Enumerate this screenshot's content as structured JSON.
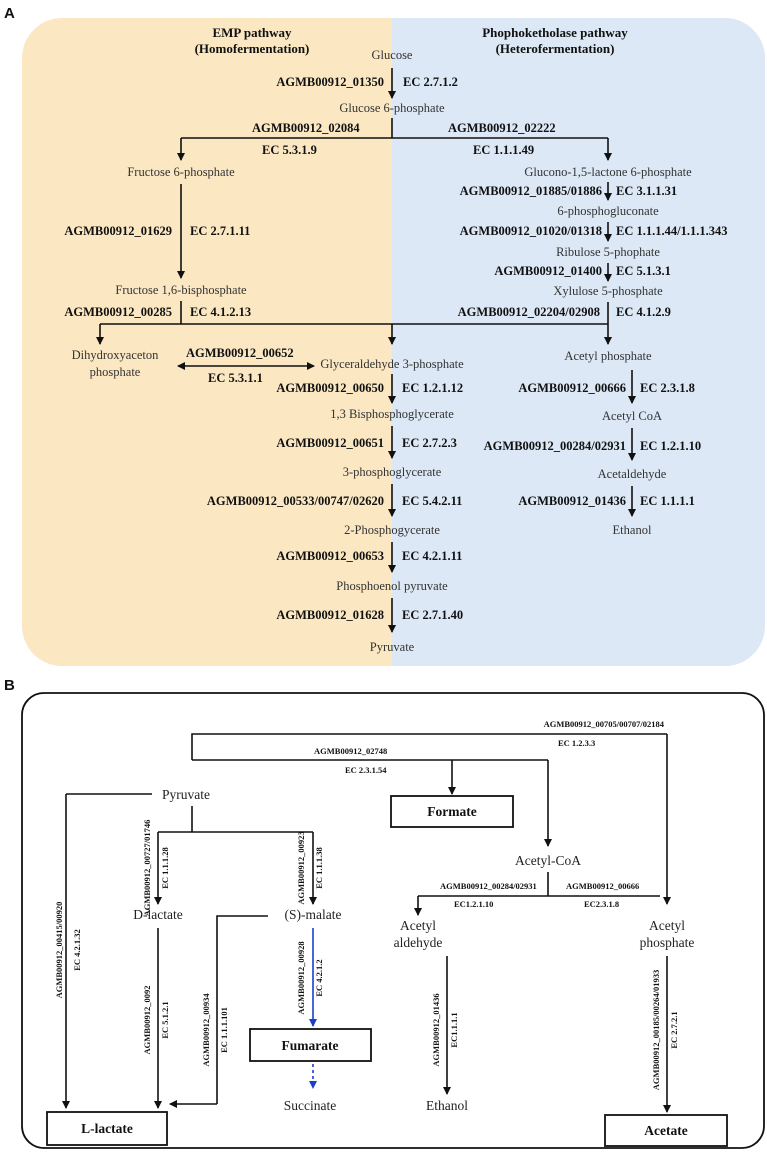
{
  "panel_a": {
    "letter": "A",
    "emp_header_1": "EMP pathway",
    "emp_header_2": "(Homofermentation)",
    "pk_header_1": "Phophoketholase pathway",
    "pk_header_2": "(Heterofermentation)",
    "glucose": "Glucose",
    "g1_gene": "AGMB00912_01350",
    "g1_ec": "EC 2.7.1.2",
    "g6p": "Glucose 6-phosphate",
    "pgi_gene": "AGMB00912_02084",
    "pgi_ec": "EC 5.3.1.9",
    "g6pd_gene": "AGMB00912_02222",
    "g6pd_ec": "EC 1.1.1.49",
    "f6p": "Fructose 6-phosphate",
    "pfk_gene": "AGMB00912_01629",
    "pfk_ec": "EC 2.7.1.11",
    "fbp": "Fructose 1,6-bisphosphate",
    "ald_gene": "AGMB00912_00285",
    "ald_ec": "EC 4.1.2.13",
    "dhap_1": "Dihydroxyaceton",
    "dhap_2": "phosphate",
    "tpi_gene": "AGMB00912_00652",
    "tpi_ec": "EC 5.3.1.1",
    "gap": "Glyceraldehyde 3-phosphate",
    "gapdh_gene": "AGMB00912_00650",
    "gapdh_ec": "EC 1.2.1.12",
    "bpg": "1,3 Bisphosphoglycerate",
    "pgk_gene": "AGMB00912_00651",
    "pgk_ec": "EC 2.7.2.3",
    "pg3": "3-phosphoglycerate",
    "pgm_gene": "AGMB00912_00533/00747/02620",
    "pgm_ec": "EC 5.4.2.11",
    "pg2": "2-Phosphogycerate",
    "eno_gene": "AGMB00912_00653",
    "eno_ec": "EC 4.2.1.11",
    "pep": "Phosphoenol pyruvate",
    "pyk_gene": "AGMB00912_01628",
    "pyk_ec": "EC 2.7.1.40",
    "pyruvate": "Pyruvate",
    "glp": "Glucono-1,5-lactone 6-phosphate",
    "pgl_gene": "AGMB00912_01885/01886",
    "pgl_ec": "EC 3.1.1.31",
    "pgn": "6-phosphogluconate",
    "gnd_gene": "AGMB00912_01020/01318",
    "gnd_ec": "EC 1.1.1.44/1.1.1.343",
    "ru5p": "Ribulose 5-phophate",
    "rpe_gene": "AGMB00912_01400",
    "rpe_ec": "EC 5.1.3.1",
    "xu5p": "Xylulose 5-phosphate",
    "pkt_gene": "AGMB00912_02204/02908",
    "pkt_ec": "EC 4.1.2.9",
    "acp": "Acetyl phosphate",
    "pta_gene": "AGMB00912_00666",
    "pta_ec": "EC 2.3.1.8",
    "acoa": "Acetyl CoA",
    "adh1_gene": "AGMB00912_00284/02931",
    "adh1_ec": "EC 1.2.1.10",
    "acald": "Acetaldehyde",
    "adh2_gene": "AGMB00912_01436",
    "adh2_ec": "EC 1.1.1.1",
    "ethanol": "Ethanol"
  },
  "panel_b": {
    "letter": "B",
    "pyruvate": "Pyruvate",
    "formate": "Formate",
    "acetyl_coa": "Acetyl-CoA",
    "d_lactate": "D-lactate",
    "s_malate": "(S)-malate",
    "acetyl_ald_1": "Acetyl",
    "acetyl_ald_2": "aldehyde",
    "acetyl_p_1": "Acetyl",
    "acetyl_p_2": "phosphate",
    "fumarate": "Fumarate",
    "succinate": "Succinate",
    "ethanol": "Ethanol",
    "l_lactate": "L-lactate",
    "acetate": "Acetate",
    "top_gene": "AGMB00912_00705/00707/02184",
    "top_ec": "EC 1.2.3.3",
    "formate_gene": "AGMB00912_02748",
    "formate_ec": "EC 2.3.1.54",
    "ald_gene": "AGMB00912_00284/02931",
    "ald_ec": "EC1.2.1.10",
    "pta_gene": "AGMB00912_00666",
    "pta_ec": "EC2.3.1.8",
    "llac_gene": "AGMB00912_00415/00920",
    "llac_ec": "EC 4.2.1.32",
    "dlac_gene": "AGMB00912_00727/01746",
    "dlac_ec": "EC 1.1.1.28",
    "mal_gene": "AGMB00912_00923",
    "mal_ec": "EC 1.1.1.38",
    "race_gene": "AGMB00912_0092",
    "race_ec": "EC 5.1.2.1",
    "mle_gene": "AGMB00912_00934",
    "mle_ec": "EC 1.1.1.101",
    "fum_gene": "AGMB00912_00928",
    "fum_ec": "EC 4.2.1.2",
    "eth_gene": "AGMB00912_01436",
    "eth_ec": "EC1.1.1.1",
    "ack_gene": "AGMB00912_00185/00264/01933",
    "ack_ec": "EC 2.7.2.1"
  },
  "colors": {
    "emp_bg": "#fbe8c3",
    "pk_bg": "#dce8f5",
    "blue_arrow": "#1a3fcf"
  }
}
